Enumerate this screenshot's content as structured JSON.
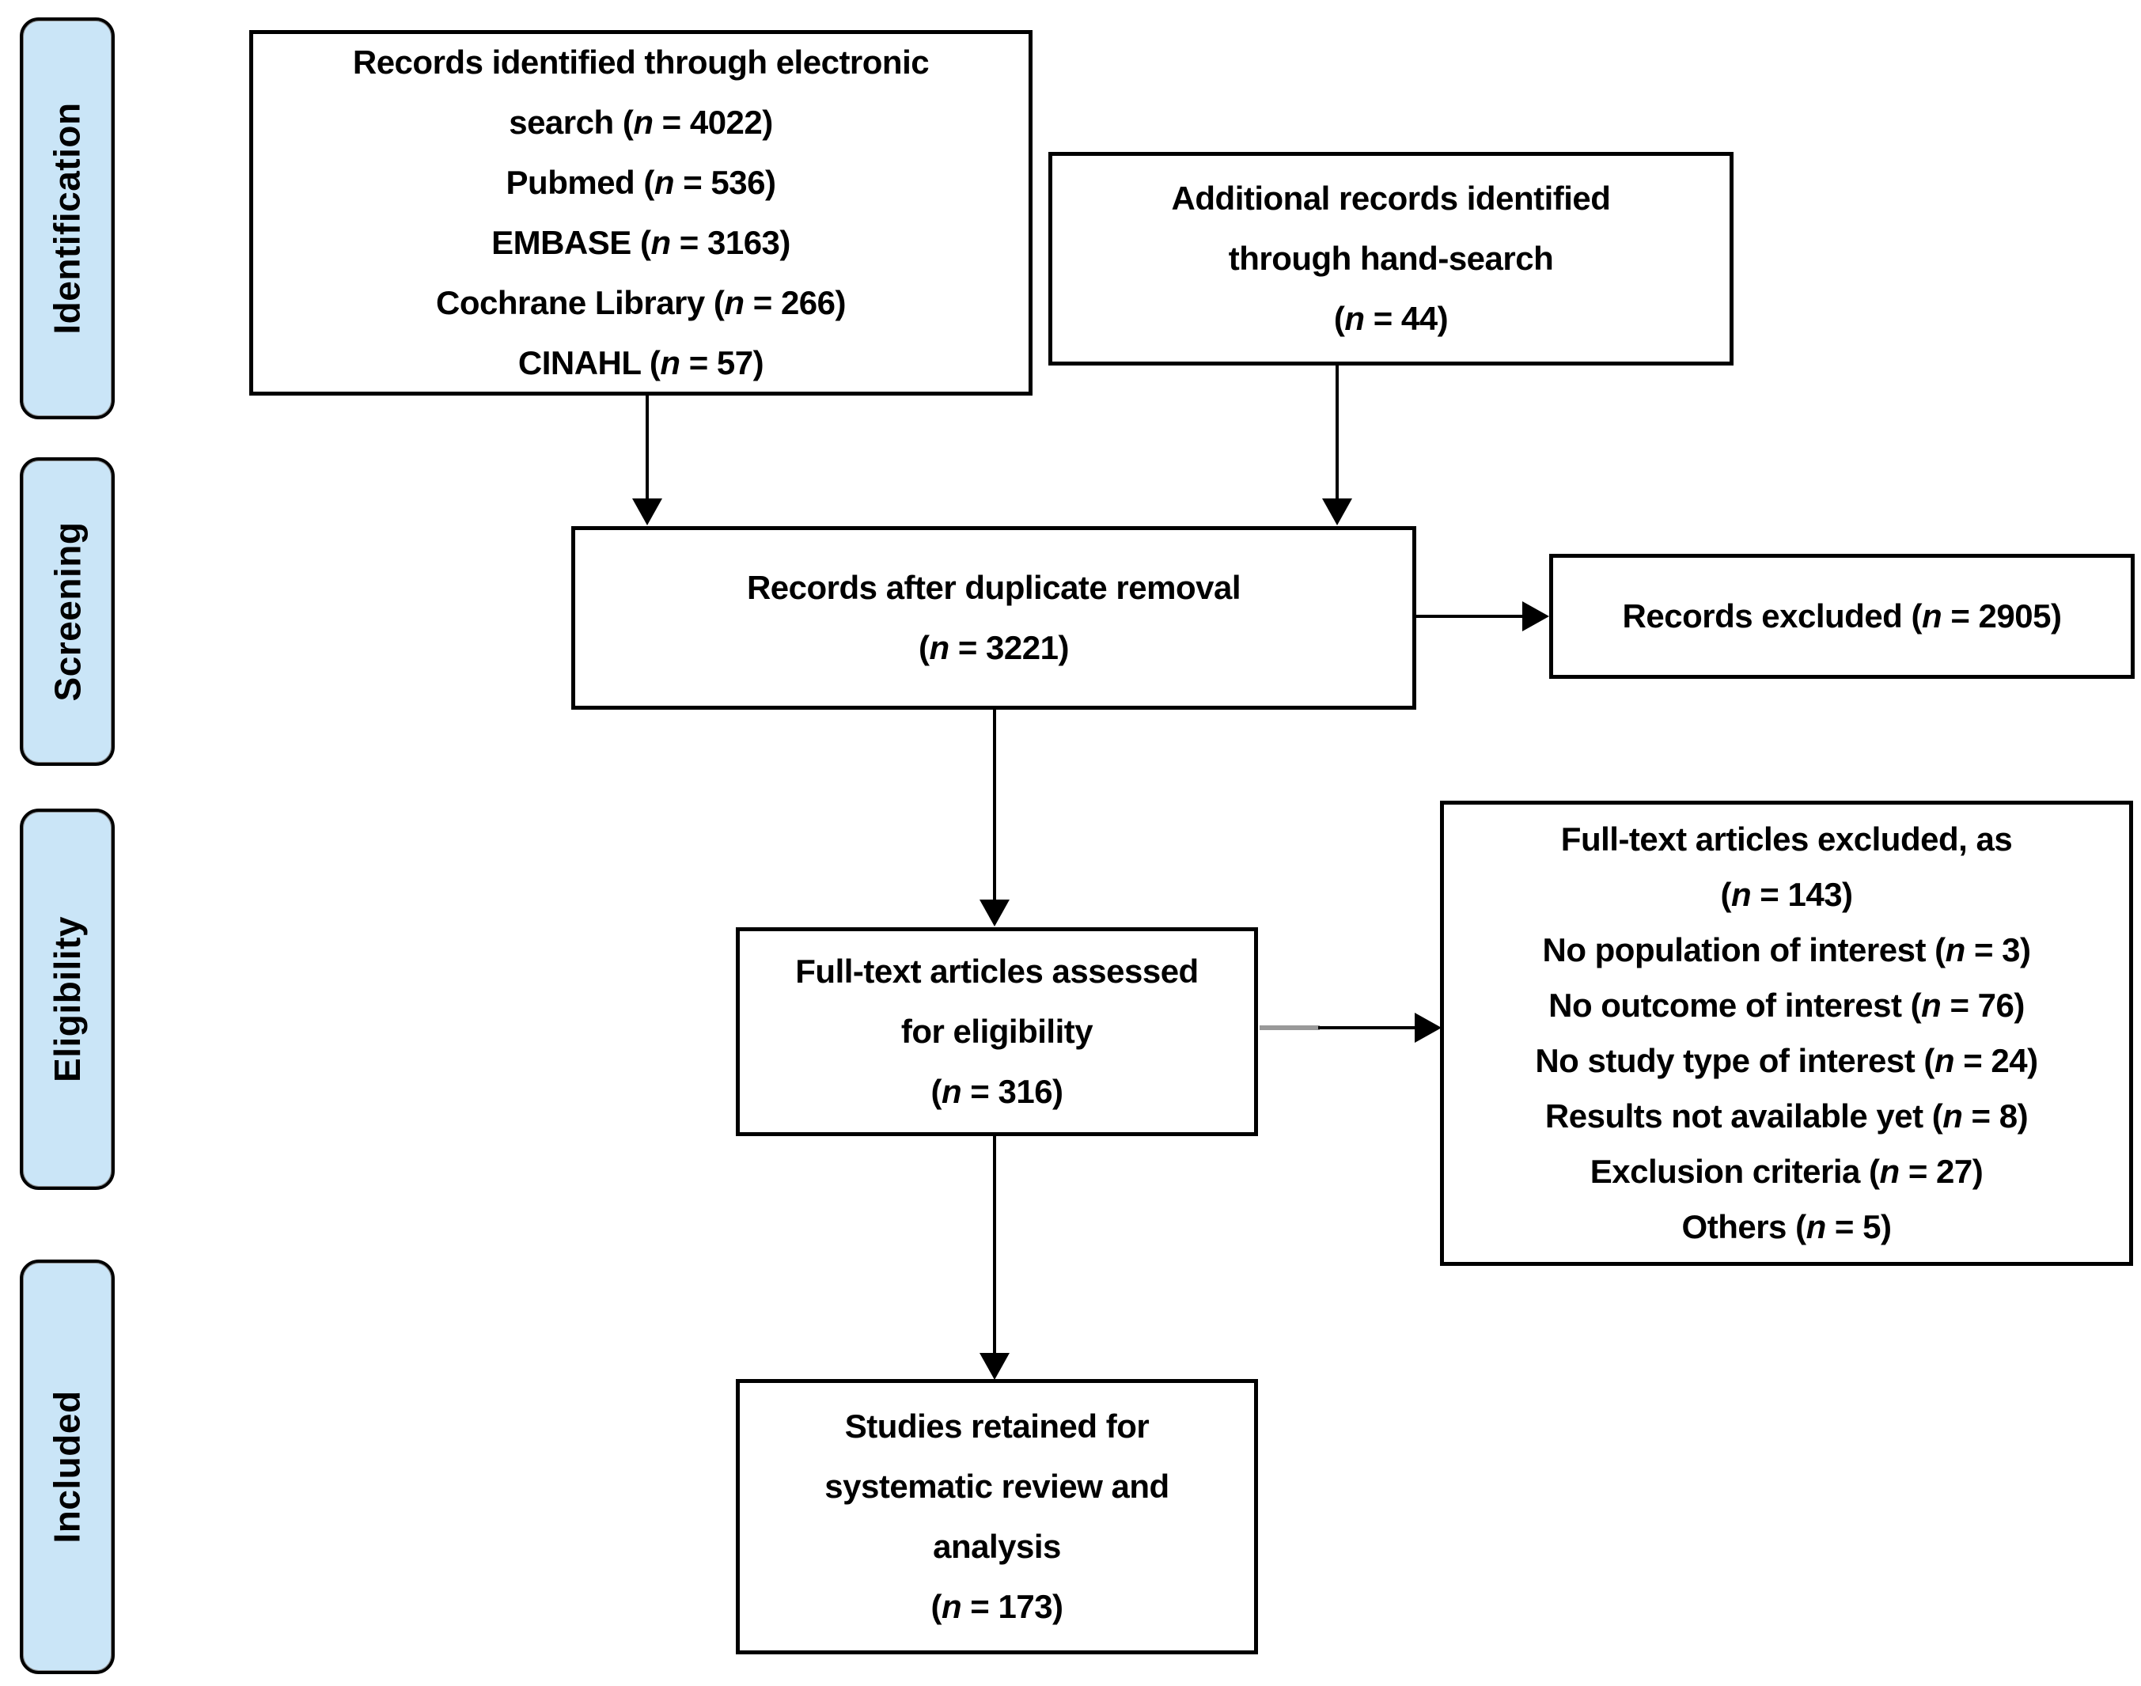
{
  "stages": [
    {
      "label": "Identification"
    },
    {
      "label": "Screening"
    },
    {
      "label": "Eligibility"
    },
    {
      "label": "Included"
    }
  ],
  "boxes": {
    "records_identified": {
      "lines": [
        "Records identified through electronic",
        "search (n = 4022)",
        "Pubmed (n = 536)",
        "EMBASE (n = 3163)",
        "Cochrane Library (n = 266)",
        "CINAHL (n = 57)"
      ]
    },
    "additional_records": {
      "lines": [
        "Additional records identified",
        "through hand-search",
        "(n = 44)"
      ]
    },
    "duplicate_removal": {
      "lines": [
        "Records after duplicate removal",
        "(n = 3221)"
      ]
    },
    "records_excluded": {
      "lines": [
        "Records excluded (n = 2905)"
      ]
    },
    "fulltext_assessed": {
      "lines": [
        "Full-text articles assessed",
        "for eligibility",
        "(n = 316)"
      ]
    },
    "fulltext_excluded": {
      "lines": [
        "Full-text articles excluded, as",
        "(n = 143)",
        "No population of interest (n = 3)",
        "No outcome of interest (n = 76)",
        "No study type of interest (n = 24)",
        "Results not available yet (n = 8)",
        "Exclusion criteria (n = 27)",
        "Others (n = 5)"
      ]
    },
    "studies_retained": {
      "lines": [
        "Studies retained for",
        "systematic review and",
        "analysis",
        "(n = 173)"
      ]
    }
  },
  "colors": {
    "stage_fill": "#cae5f7",
    "stage_border": "#000000",
    "box_border": "#000000",
    "box_fill": "#ffffff",
    "text": "#000000",
    "arrow": "#000000",
    "arrow_gray_segment": "#999999",
    "background": "#ffffff"
  }
}
